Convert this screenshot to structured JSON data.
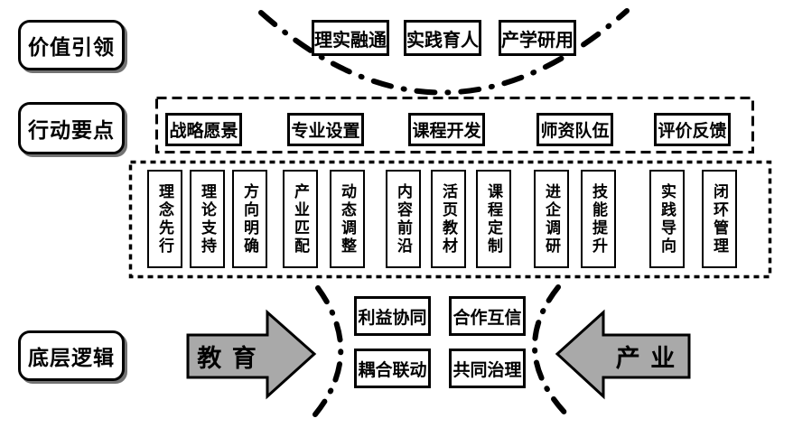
{
  "diagram": {
    "row_labels": {
      "value_leading": "价值引领",
      "action_points": "行动要点",
      "underlying_logic": "底层逻辑"
    },
    "top_concepts": [
      "理实融通",
      "实践育人",
      "产学研用"
    ],
    "action_items": [
      "战略愿景",
      "专业设置",
      "课程开发",
      "师资队伍",
      "评价反馈"
    ],
    "detail_items": [
      "理念先行",
      "理论支持",
      "方向明确",
      "产业匹配",
      "动态调整",
      "内容前沿",
      "活页教材",
      "课程定制",
      "进企调研",
      "技能提升",
      "实践导向",
      "闭环管理"
    ],
    "bottom": {
      "education_arrow": "教 育",
      "industry_arrow": "产 业",
      "relation_boxes": [
        "利益协同",
        "合作互信",
        "耦合联动",
        "共同治理"
      ]
    },
    "colors": {
      "arrow_fill": "#a9a9a9",
      "line": "#000000",
      "background": "#ffffff"
    }
  }
}
